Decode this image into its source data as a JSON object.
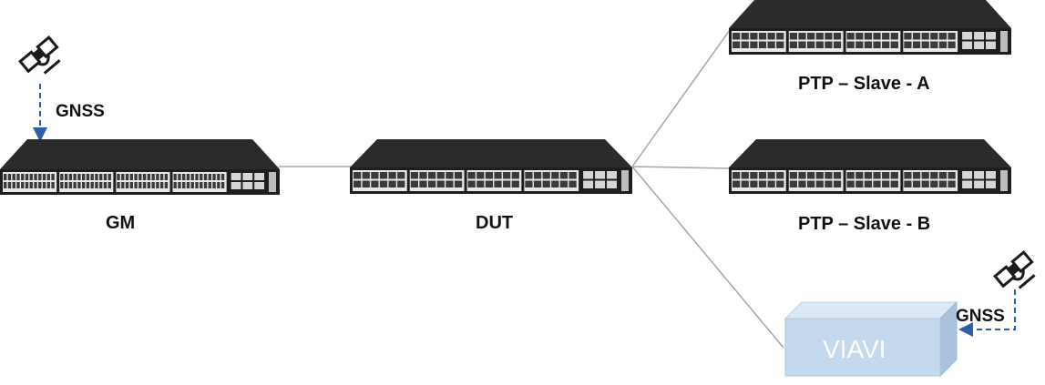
{
  "diagram": {
    "nodes": {
      "gm": {
        "label": "GM",
        "type": "switch"
      },
      "dut": {
        "label": "DUT",
        "type": "switch"
      },
      "slave_a": {
        "label": "PTP – Slave - A",
        "type": "switch"
      },
      "slave_b": {
        "label": "PTP – Slave - B",
        "type": "switch"
      },
      "viavi": {
        "label": "VIAVI",
        "type": "box",
        "color": "#c5d9ee"
      }
    },
    "gnss_left": {
      "label": "GNSS"
    },
    "gnss_right": {
      "label": "GNSS"
    },
    "links": [
      {
        "from": "gm",
        "to": "dut"
      },
      {
        "from": "dut",
        "to": "slave_a"
      },
      {
        "from": "dut",
        "to": "slave_b"
      },
      {
        "from": "dut",
        "to": "viavi"
      }
    ],
    "colors": {
      "link": "#a6a6a6",
      "gnss_arrow": "#2e5fa8",
      "switch_body": "#2b2b2b"
    }
  }
}
